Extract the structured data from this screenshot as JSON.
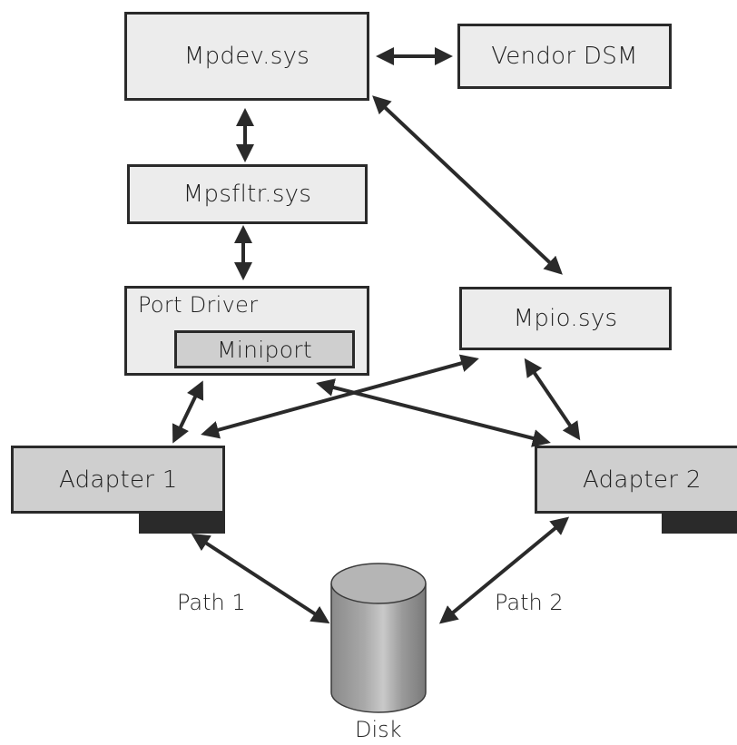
{
  "nodes": {
    "mpdev": "Mpdev.sys",
    "vendor_dsm": "Vendor DSM",
    "mpsfltr": "Mpsfltr.sys",
    "port_driver": "Port Driver",
    "miniport": "Miniport",
    "mpio": "Mpio.sys",
    "adapter1": "Adapter 1",
    "adapter2": "Adapter 2"
  },
  "labels": {
    "path1": "Path 1",
    "path2": "Path 2",
    "disk": "Disk"
  },
  "colors": {
    "box_fill": "#ececec",
    "box_fill_dark": "#cfcfcf",
    "line": "#2a2a2a"
  }
}
